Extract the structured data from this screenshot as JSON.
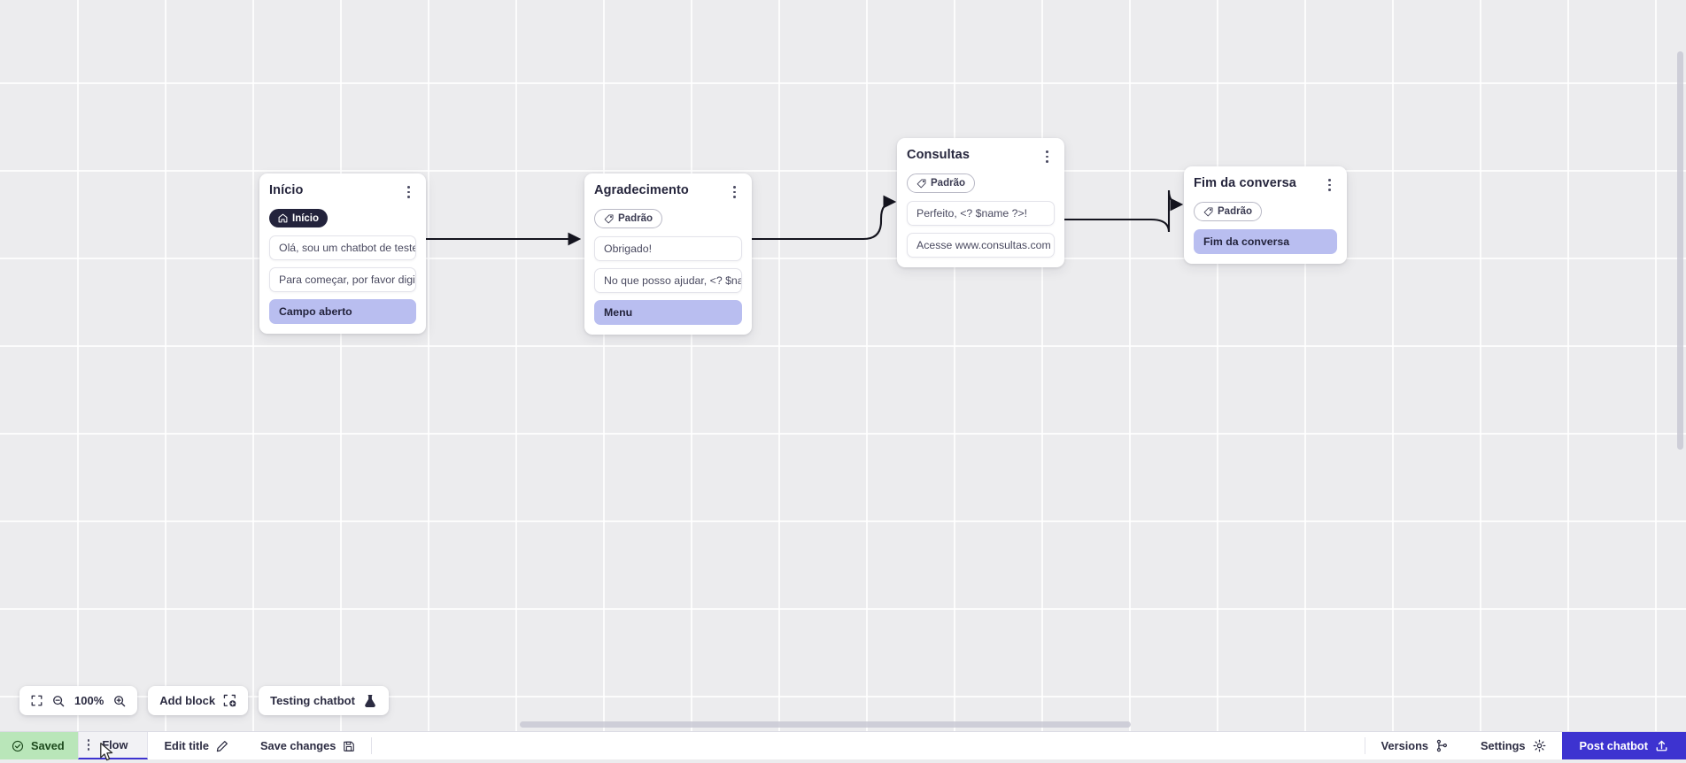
{
  "canvas": {
    "background_color": "#ececee",
    "grid": true,
    "accent_color": "#3d33d0",
    "node_accent_color": "#b9bef0",
    "badge_dark_color": "#23233c",
    "saved_color": "#b9e6b9"
  },
  "nodes": [
    {
      "id": "inicio",
      "title": "Início",
      "badge": {
        "label": "Início",
        "icon": "home-icon",
        "style": "dark"
      },
      "messages": [
        {
          "text": "Olá, sou um chatbot de teste!",
          "accent": false
        },
        {
          "text": "Para começar, por favor digite o ...",
          "accent": false
        },
        {
          "text": "Campo aberto",
          "accent": true
        }
      ]
    },
    {
      "id": "agradecimento",
      "title": "Agradecimento",
      "badge": {
        "label": "Padrão",
        "icon": "tag-icon",
        "style": "outline"
      },
      "messages": [
        {
          "text": "Obrigado!",
          "accent": false
        },
        {
          "text": "No que posso ajudar, <? $name ...",
          "accent": false
        },
        {
          "text": "Menu",
          "accent": true
        }
      ]
    },
    {
      "id": "consultas",
      "title": "Consultas",
      "badge": {
        "label": "Padrão",
        "icon": "tag-icon",
        "style": "outline"
      },
      "messages": [
        {
          "text": "Perfeito, <? $name ?>!",
          "accent": false
        },
        {
          "text": "Acesse www.consultas.com par...",
          "accent": false
        }
      ]
    },
    {
      "id": "fim",
      "title": "Fim da conversa",
      "badge": {
        "label": "Padrão",
        "icon": "tag-icon",
        "style": "outline"
      },
      "messages": [
        {
          "text": "Fim da conversa",
          "accent": true
        }
      ]
    }
  ],
  "floating_toolbar": {
    "fit_icon": "fit-screen-icon",
    "zoom_out_icon": "zoom-out-icon",
    "zoom_level": "100%",
    "zoom_in_icon": "zoom-in-icon",
    "add_block_label": "Add block",
    "add_block_icon": "add-block-icon",
    "testing_label": "Testing chatbot",
    "testing_icon": "flask-icon"
  },
  "bottom_bar": {
    "saved_label": "Saved",
    "saved_icon": "check-circle-icon",
    "tab_label": "Flow",
    "tab_kebab_icon": "kebab-menu-icon",
    "edit_title_label": "Edit title",
    "edit_title_icon": "pencil-icon",
    "save_changes_label": "Save changes",
    "save_changes_icon": "floppy-disk-icon",
    "versions_label": "Versions",
    "versions_icon": "branch-icon",
    "settings_label": "Settings",
    "settings_icon": "gear-icon",
    "post_label": "Post chatbot",
    "post_icon": "upload-icon"
  }
}
